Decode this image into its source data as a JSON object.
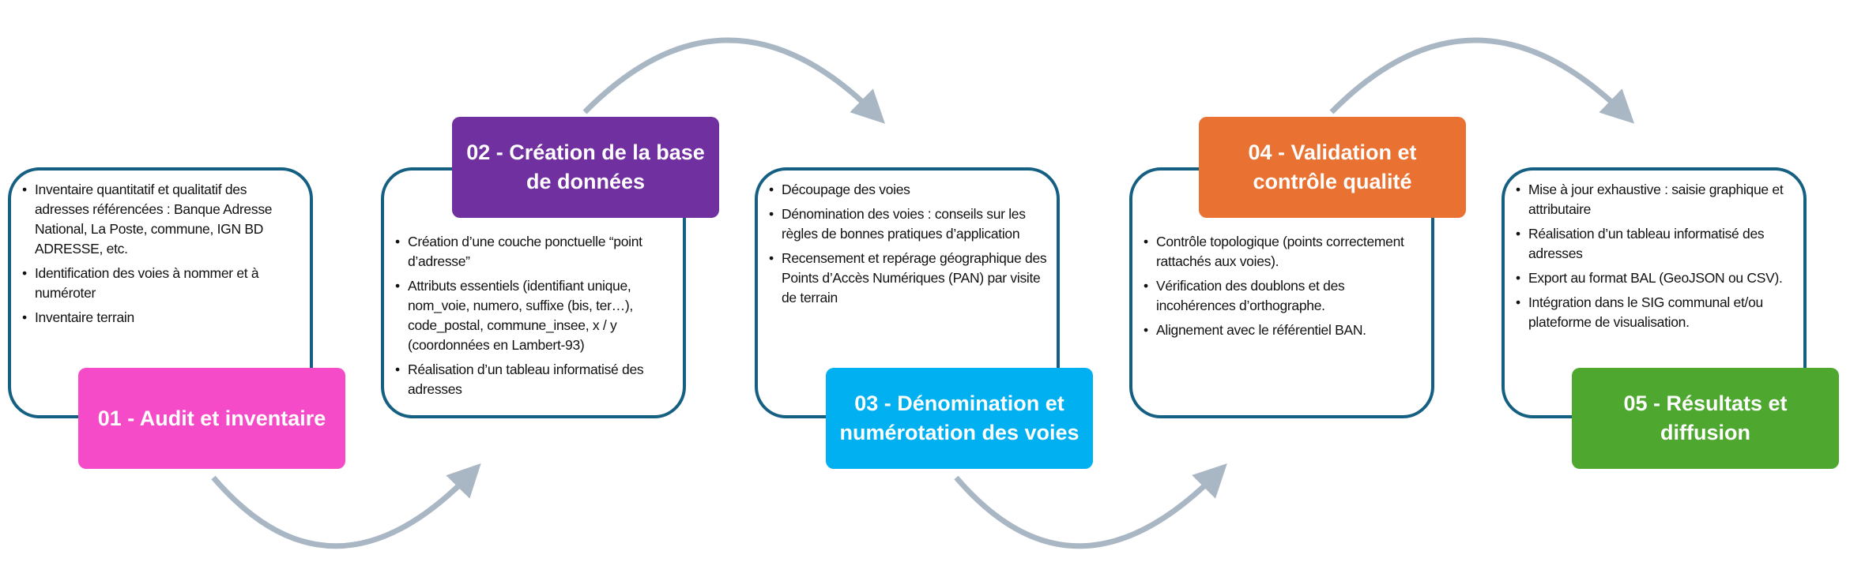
{
  "colors": {
    "border": "#156082",
    "arrow": "#A9B6C3",
    "step1": "#F54BC8",
    "step2": "#7030A0",
    "step3": "#00B0F0",
    "step4": "#E97132",
    "step5": "#4EA72E"
  },
  "steps": [
    {
      "title": "01 - Audit et inventaire",
      "items": [
        "Inventaire quantitatif et qualitatif des adresses référencées : Banque Adresse National, La Poste, commune, IGN BD ADRESSE, etc.",
        "Identification des voies à nommer et à numéroter",
        "Inventaire terrain"
      ]
    },
    {
      "title": "02 - Création de la base de données",
      "items": [
        "Création d’une couche ponctuelle “point d’adresse”",
        "Attributs essentiels (identifiant unique, nom_voie, numero, suffixe (bis, ter…), code_postal, commune_insee, x / y (coordonnées en Lambert-93)",
        "Réalisation d’un tableau informatisé des adresses"
      ]
    },
    {
      "title": "03 - Dénomination et numérotation des voies",
      "items": [
        "Découpage des voies",
        "Dénomination des voies : conseils sur les règles de bonnes pratiques d’application",
        "Recensement et repérage géographique des Points d’Accès Numériques (PAN) par visite de terrain"
      ]
    },
    {
      "title": "04 - Validation et contrôle qualité",
      "items": [
        "Contrôle topologique (points correctement rattachés aux voies).",
        "Vérification des doublons et des incohérences d’orthographe.",
        "Alignement avec le référentiel BAN."
      ]
    },
    {
      "title": "05 - Résultats et diffusion",
      "items": [
        "Mise à jour exhaustive : saisie graphique et attributaire",
        "Réalisation d’un tableau informatisé des adresses",
        "Export au format BAL (GeoJSON ou CSV).",
        "Intégration dans le SIG communal et/ou plateforme de visualisation."
      ]
    }
  ]
}
